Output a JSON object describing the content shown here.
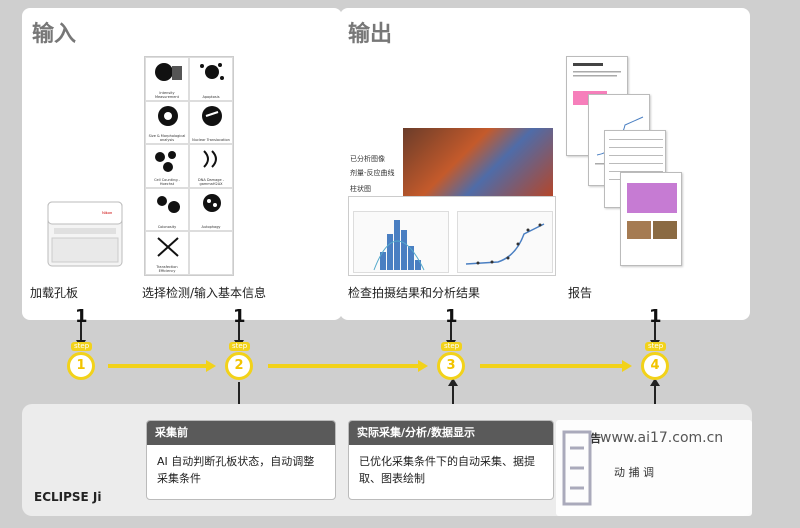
{
  "input_panel": {
    "title": "输入",
    "caption_load": "加载孔板",
    "caption_select": "选择检测/输入基本信息",
    "detections": [
      "Intensity Measurement",
      "Apoptosis",
      "Size & Morphological analysis",
      "Nuclear Translocation",
      "Cell Counting - Hoechst",
      "DNA Damage - gammaH2AX",
      "Colonosity",
      "Autophagy",
      "Transfection Efficiency",
      ""
    ]
  },
  "output_panel": {
    "title": "输出",
    "caption_check": "检查拍摄结果和分析结果",
    "caption_report": "报告",
    "annotations": [
      "已分析图像",
      "剂量-反应曲线",
      "柱状图"
    ]
  },
  "steps": {
    "tag": "step",
    "items": [
      {
        "number": "1",
        "marker": "1"
      },
      {
        "number": "1",
        "marker": "2"
      },
      {
        "number": "1",
        "marker": "3"
      },
      {
        "number": "1",
        "marker": "4"
      }
    ]
  },
  "system": {
    "name": "ECLIPSE Ji",
    "cards": [
      {
        "title": "采集前",
        "body": "AI 自动判断孔板状态，自动调整采集条件"
      },
      {
        "title": "实际采集/分析/数据显示",
        "body": "已优化采集条件下的自动采集、据提取、图表绘制"
      }
    ]
  },
  "watermark": {
    "url": "www.ai17.com.cn",
    "partial_title": "告",
    "partial_body": "动 捕 调"
  },
  "colors": {
    "step_yellow": "#f2d21a",
    "card_header": "#5a5a5a",
    "title_gray": "#777777"
  }
}
